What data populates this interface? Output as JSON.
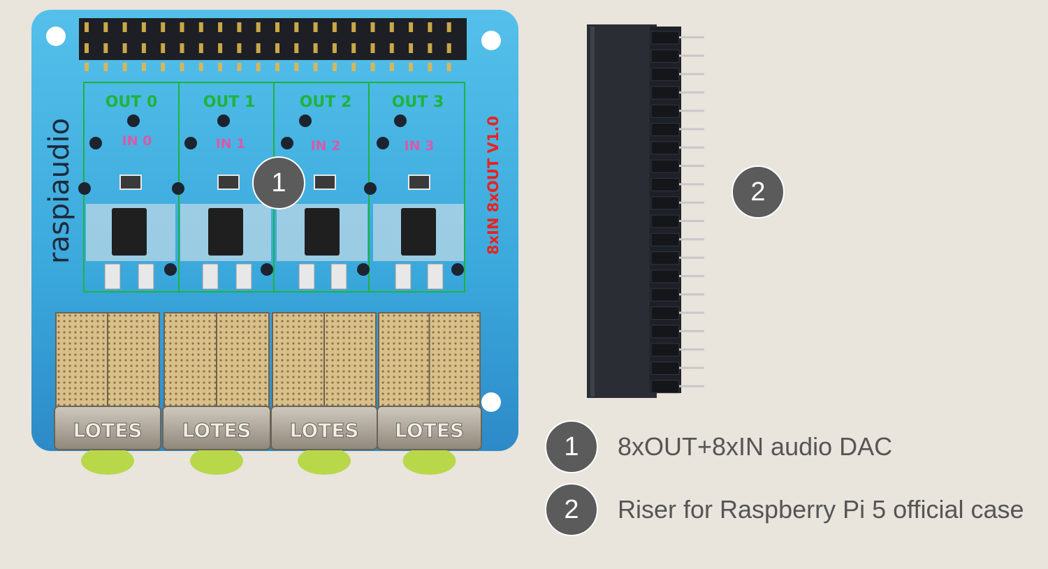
{
  "board": {
    "brand": "raspiaudio",
    "model": "8xIN 8xOUT V1.0",
    "outputs": [
      "OUT 0",
      "OUT 1",
      "OUT 2",
      "OUT 3"
    ],
    "inputs": [
      "IN 0",
      "IN 1",
      "IN 2",
      "IN 3"
    ],
    "jack_brand": "LOTES",
    "colors": {
      "pcb": "#3eaede",
      "silkscreen_green": "#1fb33a",
      "silkscreen_pink": "#d85aa8",
      "model_text": "#e8231e",
      "jack_plug": "#b8d84a",
      "background": "#e9e4dc",
      "marker": "#5b5b5b"
    }
  },
  "markers": {
    "board": "1",
    "riser": "2"
  },
  "legend": [
    {
      "number": "1",
      "text": "8xOUT+8xIN audio DAC"
    },
    {
      "number": "2",
      "text": "Riser for Raspberry Pi 5 official case"
    }
  ]
}
